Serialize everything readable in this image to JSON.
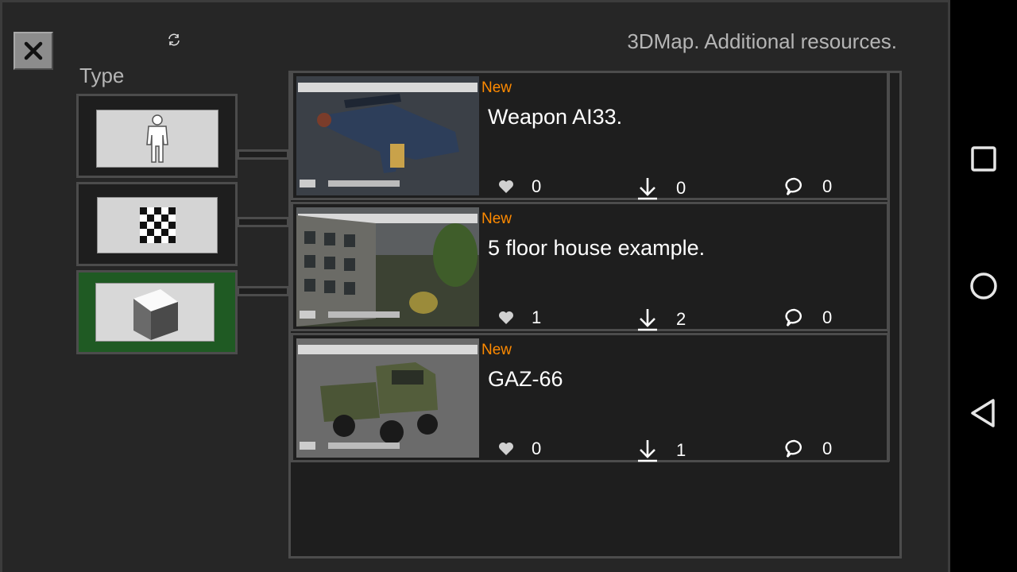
{
  "header": {
    "title": "3DMap. Additional resources.",
    "close_icon": "close-icon",
    "refresh_icon": "refresh-icon"
  },
  "sidebar": {
    "label": "Type",
    "types": [
      {
        "icon": "person-icon",
        "selected": false
      },
      {
        "icon": "checkerboard-texture-icon",
        "selected": false
      },
      {
        "icon": "cube-object-icon",
        "selected": true
      }
    ]
  },
  "items": [
    {
      "badge": "New",
      "title": "Weapon AI33.",
      "likes": "0",
      "downloads": "0",
      "comments": "0",
      "thumb_icon": "rifle-thumbnail"
    },
    {
      "badge": "New",
      "title": "5 floor house example.",
      "likes": "1",
      "downloads": "2",
      "comments": "0",
      "thumb_icon": "house-thumbnail"
    },
    {
      "badge": "New",
      "title": "GAZ-66",
      "likes": "0",
      "downloads": "1",
      "comments": "0",
      "thumb_icon": "truck-thumbnail"
    }
  ],
  "navbar": {
    "recents": "square-icon",
    "home": "circle-icon",
    "back": "triangle-back-icon"
  },
  "colors": {
    "accent_new": "#ff8a00",
    "selected_type": "#1f5a23",
    "background": "#262626"
  }
}
